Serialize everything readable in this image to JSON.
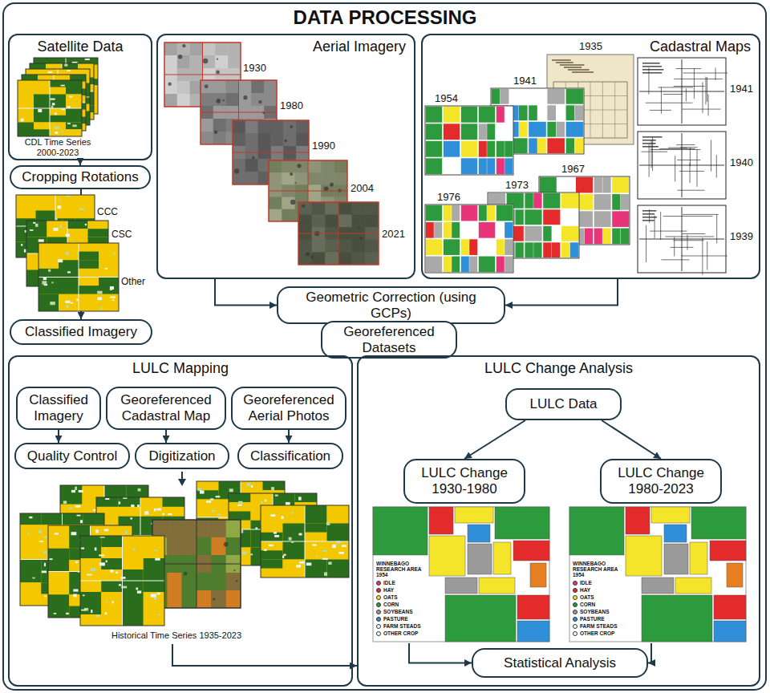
{
  "diagram": {
    "title": "DATA PROCESSING",
    "nodes": [
      {
        "text": [
          "Satellite Data"
        ]
      },
      {
        "text": [
          "Aerial Imagery"
        ]
      },
      {
        "text": [
          "Cadastral Maps"
        ]
      },
      {
        "text": [
          "Cropping Rotations"
        ]
      },
      {
        "text": [
          "Classified Imagery"
        ]
      },
      {
        "text": [
          "Geometric Correction (using GCPs)"
        ]
      },
      {
        "text": [
          "Georeferenced Datasets"
        ]
      },
      {
        "text": [
          "LULC Mapping"
        ]
      },
      {
        "text": [
          "Classified Imagery"
        ],
        "in": 7
      },
      {
        "text": [
          "Georeferenced Cadastral Map"
        ],
        "in": 7
      },
      {
        "text": [
          "Georeferenced Aerial Photos"
        ],
        "in": 7
      },
      {
        "text": [
          "Quality Control"
        ],
        "in": 7
      },
      {
        "text": [
          "Digitization"
        ],
        "in": 7
      },
      {
        "text": [
          "Classification"
        ],
        "in": 7
      },
      {
        "text": [
          "LULC Change Analysis"
        ]
      },
      {
        "text": [
          "LULC Data"
        ],
        "in": 14
      },
      {
        "text": [
          "LULC Change 1930-1980"
        ],
        "in": 14
      },
      {
        "text": [
          "LULC Change 1980-2023"
        ],
        "in": 14
      },
      {
        "text": [
          "Statistical Analysis"
        ],
        "in": 14
      }
    ],
    "edges": [
      {
        "from": 0,
        "to": 3,
        "arrow": "to"
      },
      {
        "from": 3,
        "to": 4,
        "arrow": "to"
      },
      {
        "from": 1,
        "to": 5,
        "arrow": "to"
      },
      {
        "from": 2,
        "to": 5,
        "arrow": "to"
      },
      {
        "from": 5,
        "to": 6,
        "arrow": "to"
      },
      {
        "from": 8,
        "to": 11,
        "arrow": "to"
      },
      {
        "from": 9,
        "to": 12,
        "arrow": "to"
      },
      {
        "from": 10,
        "to": 13,
        "arrow": "to"
      },
      {
        "from": 7,
        "to": 14,
        "arrow": "to"
      },
      {
        "from": 15,
        "to": 16,
        "arrow": "to"
      },
      {
        "from": 15,
        "to": 17,
        "arrow": "to"
      },
      {
        "from": 16,
        "to": 18,
        "arrow": "to"
      },
      {
        "from": 17,
        "to": 18,
        "arrow": "to"
      }
    ],
    "labels": [
      "CDL Time Series 2000-2023",
      "CCC",
      "CSC",
      "Other",
      "1930",
      "1980",
      "1990",
      "2004",
      "2021",
      "1935",
      "1941",
      "1954",
      "1967",
      "1973",
      "1976",
      "1941",
      "1940",
      "1939",
      "Historical Time Series 1935-2023",
      "WINNEBAGO RESEARCH AREA 1954",
      "WINNEBAGO RESEARCH AREA 1954"
    ],
    "legend": [
      {
        "text": "IDLE",
        "color": "#e8357a"
      },
      {
        "text": "HAY",
        "color": "#e32b2b"
      },
      {
        "text": "OATS",
        "color": "#f5e52a"
      },
      {
        "text": "CORN",
        "color": "#2e9a3e"
      },
      {
        "text": "SOYBEANS",
        "color": "#9a9a9a"
      },
      {
        "text": "PASTURE",
        "color": "#2f8fd8"
      },
      {
        "text": "FARM STEADS",
        "color": "#ffffff"
      },
      {
        "text": "OTHER CROP"
      },
      {
        "text": "IDLE",
        "color": "#e8357a"
      },
      {
        "text": "HAY",
        "color": "#e32b2b"
      },
      {
        "text": "OATS",
        "color": "#f5e52a"
      },
      {
        "text": "CORN",
        "color": "#2e9a3e"
      },
      {
        "text": "SOYBEANS",
        "color": "#9a9a9a"
      },
      {
        "text": "PASTURE",
        "color": "#2f8fd8"
      },
      {
        "text": "FARM STEADS",
        "color": "#ffffff"
      },
      {
        "text": "OTHER CROP"
      }
    ]
  }
}
